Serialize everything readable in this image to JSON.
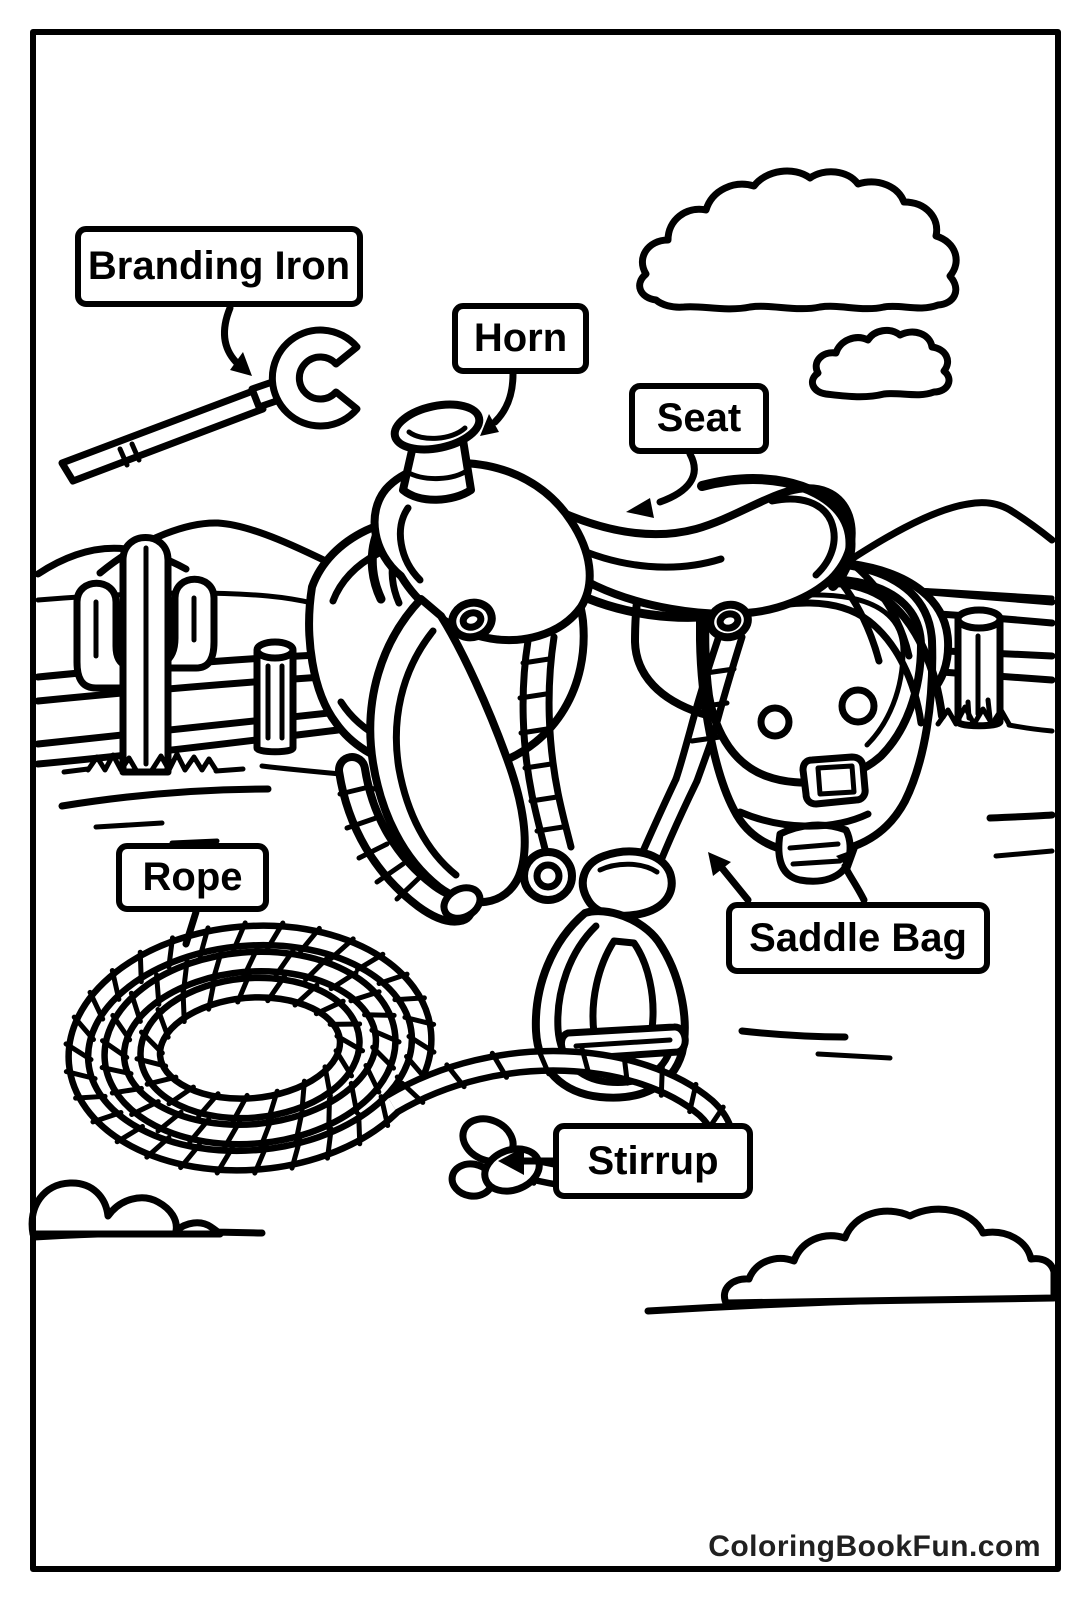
{
  "labels": {
    "branding_iron": "Branding Iron",
    "horn": "Horn",
    "seat": "Seat",
    "rope": "Rope",
    "saddle_bag": "Saddle Bag",
    "stirrup": "Stirrup"
  },
  "watermark": "ColoringBookFun.com",
  "scene": {
    "type": "coloring-page line art",
    "objects": [
      "western saddle",
      "saddle bag",
      "stirrup",
      "coiled lasso rope",
      "branding iron",
      "saguaro cactus",
      "wooden fence with posts",
      "mountains",
      "clouds",
      "desert ground with grass tufts and bushes"
    ]
  },
  "colors": {
    "line": "#000000",
    "background": "#ffffff",
    "watermark_text": "#212121"
  }
}
